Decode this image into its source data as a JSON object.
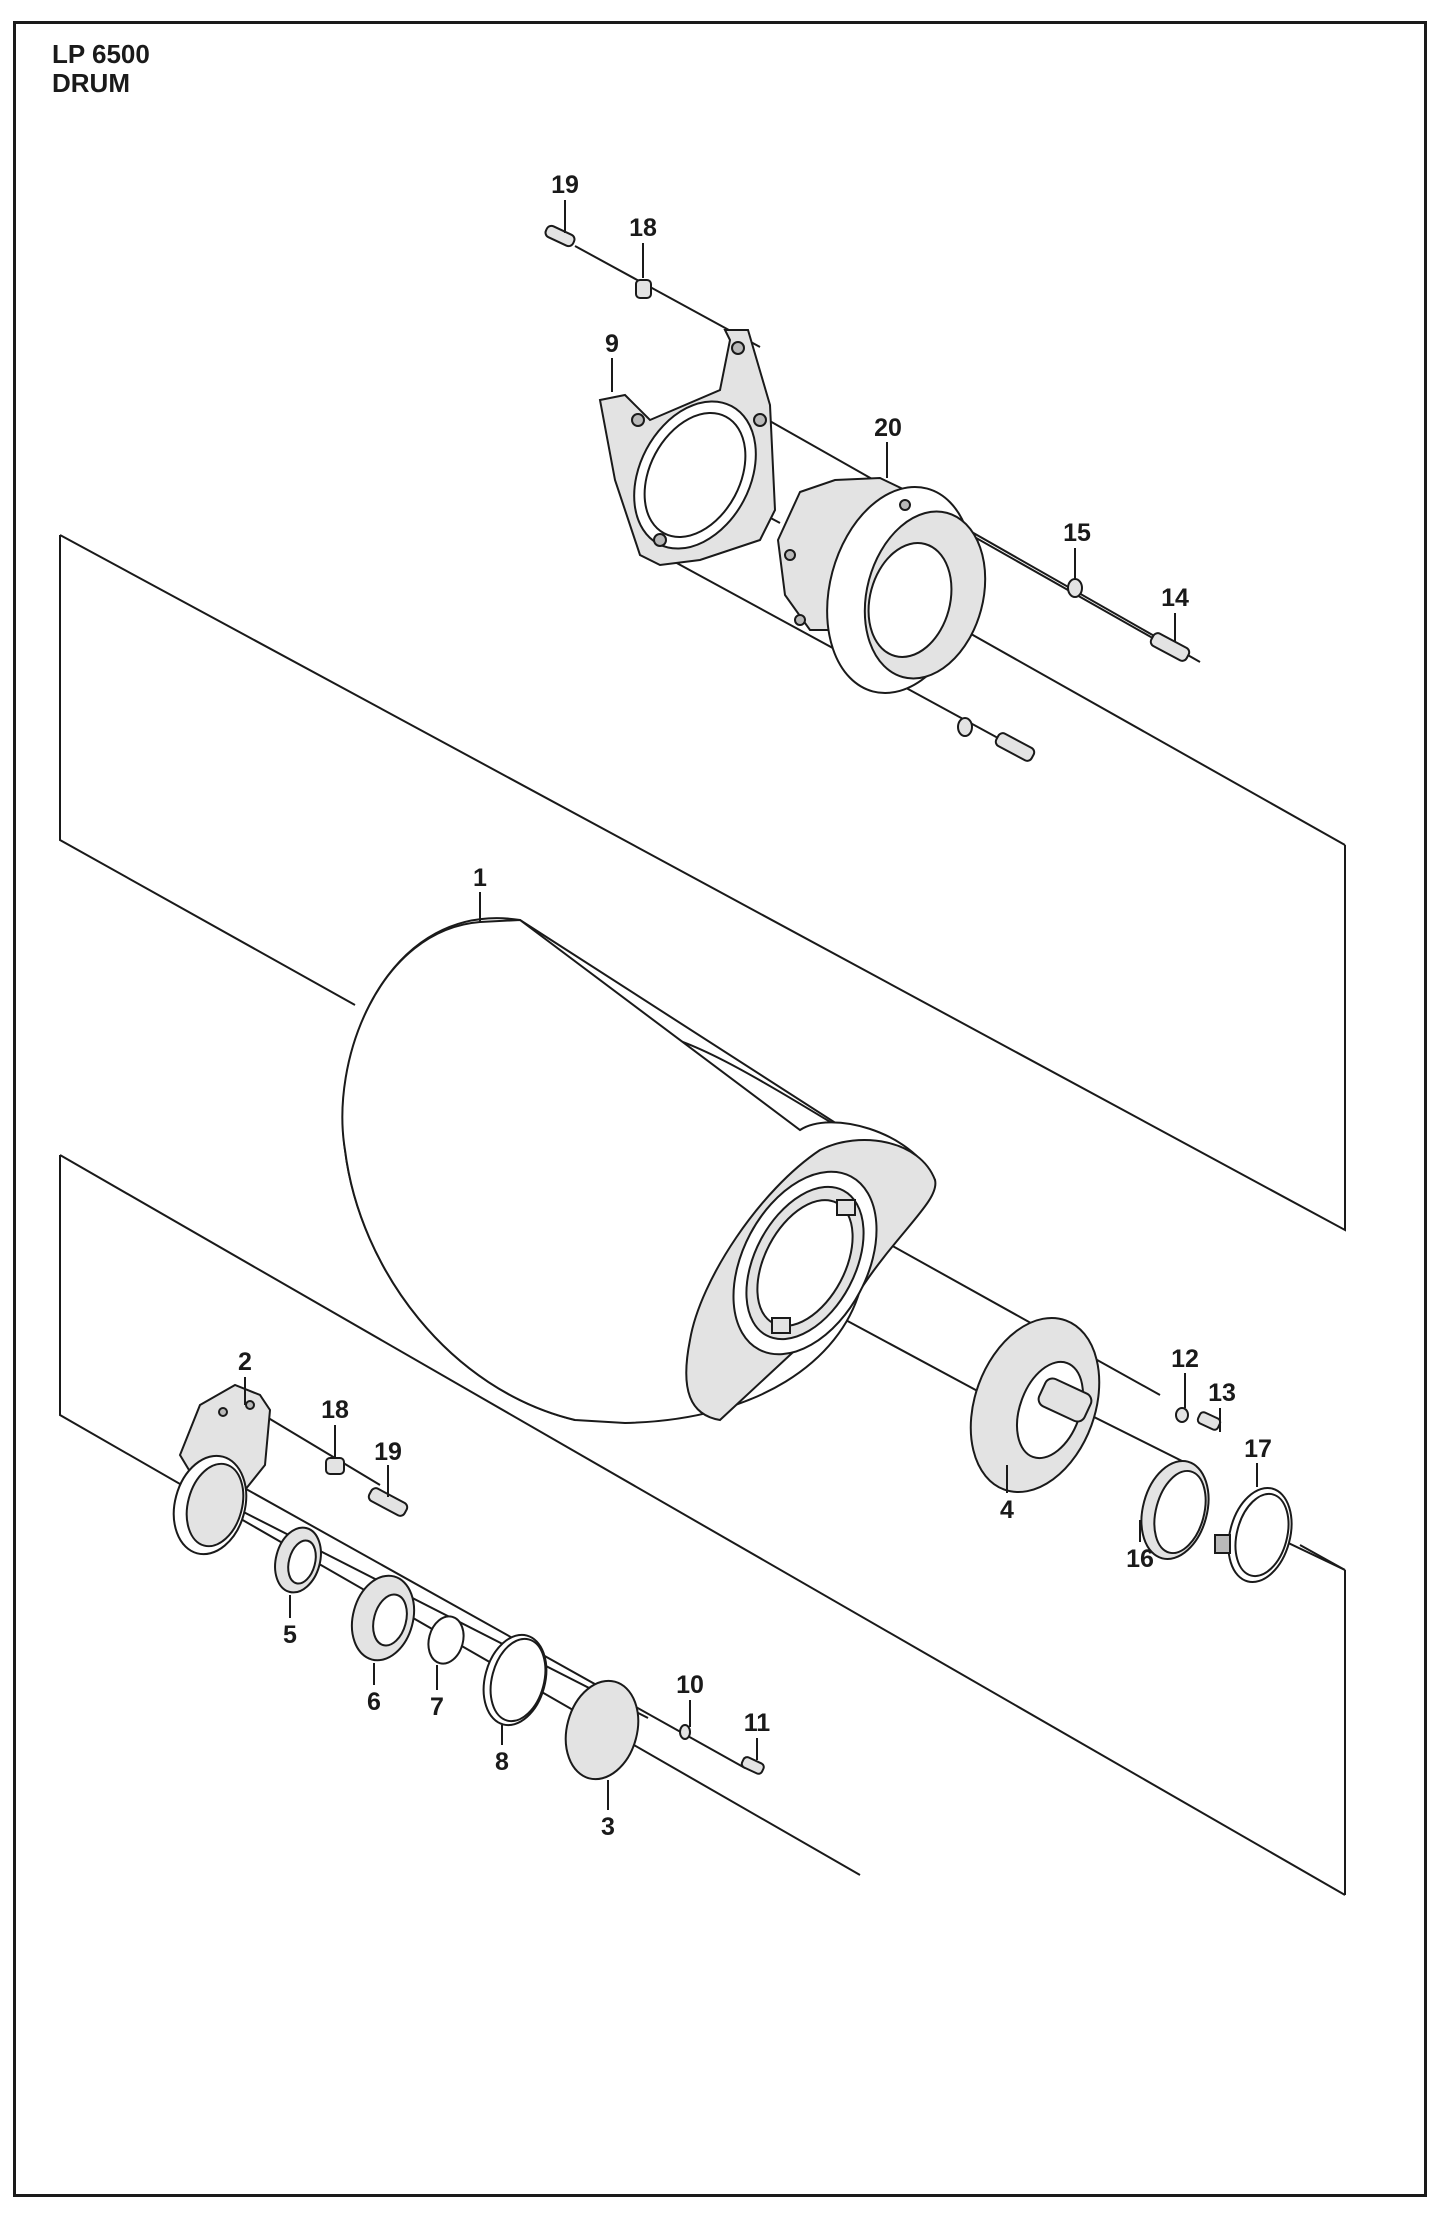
{
  "header": {
    "model": "LP 6500",
    "section": "DRUM"
  },
  "callouts": [
    {
      "id": "c19a",
      "text": "19"
    },
    {
      "id": "c18a",
      "text": "18"
    },
    {
      "id": "c9",
      "text": "9"
    },
    {
      "id": "c20",
      "text": "20"
    },
    {
      "id": "c15",
      "text": "15"
    },
    {
      "id": "c14",
      "text": "14"
    },
    {
      "id": "c1",
      "text": "1"
    },
    {
      "id": "c2",
      "text": "2"
    },
    {
      "id": "c18b",
      "text": "18"
    },
    {
      "id": "c19b",
      "text": "19"
    },
    {
      "id": "c12",
      "text": "12"
    },
    {
      "id": "c13",
      "text": "13"
    },
    {
      "id": "c17",
      "text": "17"
    },
    {
      "id": "c4",
      "text": "4"
    },
    {
      "id": "c16",
      "text": "16"
    },
    {
      "id": "c5",
      "text": "5"
    },
    {
      "id": "c6",
      "text": "6"
    },
    {
      "id": "c7",
      "text": "7"
    },
    {
      "id": "c8",
      "text": "8"
    },
    {
      "id": "c10",
      "text": "10"
    },
    {
      "id": "c11",
      "text": "11"
    },
    {
      "id": "c3",
      "text": "3"
    }
  ],
  "colors": {
    "line": "#1a1a1a",
    "part_fill": "#e3e3e3",
    "part_shade": "#b9b9b9",
    "background": "#ffffff"
  }
}
